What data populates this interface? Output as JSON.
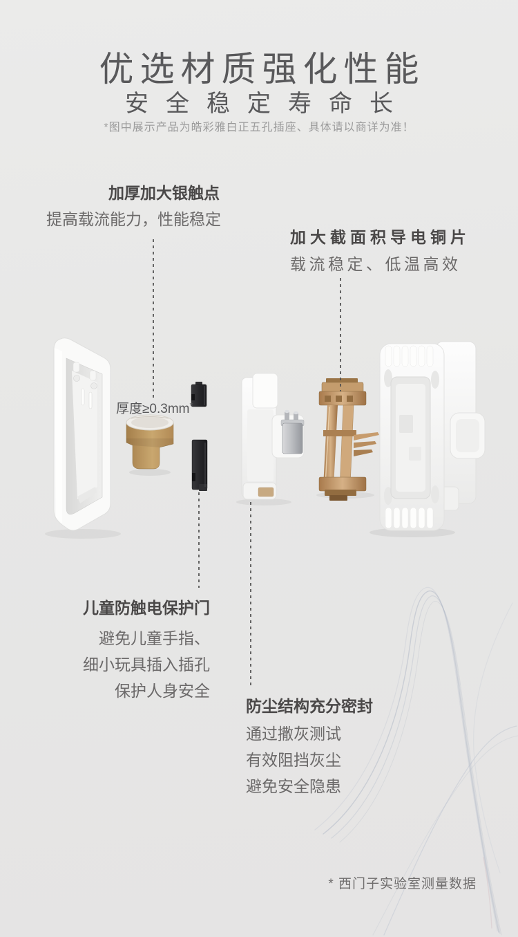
{
  "header": {
    "title": "优选材质强化性能",
    "subtitle": "安全稳定寿命长",
    "disclaimer": "*图中展示产品为皓彩雅白正五孔插座、具体请以商详为准！"
  },
  "annotations": {
    "silver_contact": {
      "title": "加厚加大银触点",
      "desc": "提高载流能力，性能稳定"
    },
    "copper_plate": {
      "title": "加大截面积导电铜片",
      "desc": "载流稳定、低温高效"
    },
    "thickness": {
      "text": "厚度≥0.3mm",
      "sup": "*"
    },
    "child_protection": {
      "title": "儿童防触电保护门",
      "lines": [
        "避免儿童手指、",
        "细小玩具插入插孔",
        "保护人身安全"
      ]
    },
    "dustproof": {
      "title": "防尘结构充分密封",
      "lines": [
        "通过撒灰测试",
        "有效阻挡灰尘",
        "避免安全隐患"
      ]
    }
  },
  "footnote": {
    "text": "* 西门子实验室测量数据"
  },
  "colors": {
    "background": "#e8e8e7",
    "title_text": "#59595b",
    "annotation_title_text": "#4a4848",
    "body_text": "#6b6969",
    "note_text": "#9b9b9b",
    "gold_part": "#b8935c",
    "copper_part": "#bb8f63",
    "black_part": "#2b2b2d",
    "white_part": "#fafaf9",
    "swirl_line": "#aab4c4"
  }
}
